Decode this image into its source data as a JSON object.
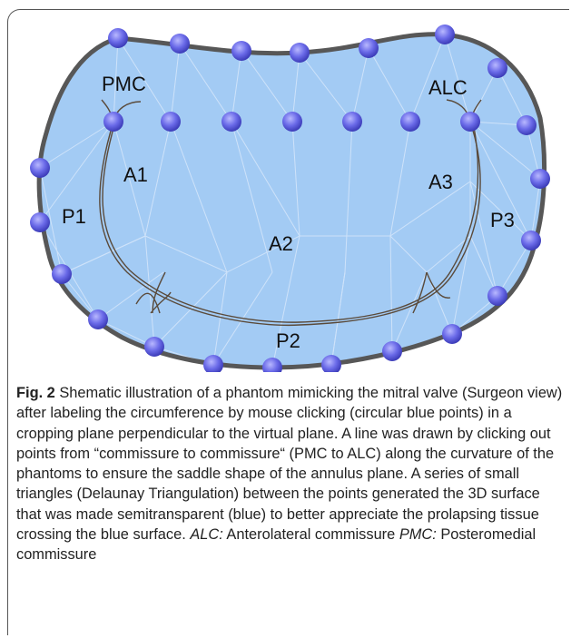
{
  "figure": {
    "labels": {
      "pmc": "PMC",
      "alc": "ALC",
      "a1": "A1",
      "a2": "A2",
      "a3": "A3",
      "p1": "P1",
      "p2": "P2",
      "p3": "P3"
    },
    "colors": {
      "surface": "#a3cbf4",
      "rim": "#575757",
      "points": "#5f5fe0",
      "mesh": "#d6e7fb"
    }
  },
  "caption": {
    "label": "Fig. 2",
    "text": " Shematic illustration of a phantom mimicking the mitral valve (Surgeon view) after labeling the circumference by mouse clicking (circular blue points) in a cropping plane perpendicular to the virtual plane. A line was drawn by clicking out points from “commissure to commissure“ (PMC to ALC) along the curvature of the phantoms to ensure the saddle shape of the annulus plane. A series of small triangles (Delaunay Triangulation) between the points generated the 3D surface that was made semitransparent (blue) to better appreciate the prolapsing tissue crossing the blue surface. ",
    "abbr1": "ALC:",
    "def1": " Anterolateral commissure ",
    "abbr2": "PMC:",
    "def2": " Posteromedial commissure"
  }
}
